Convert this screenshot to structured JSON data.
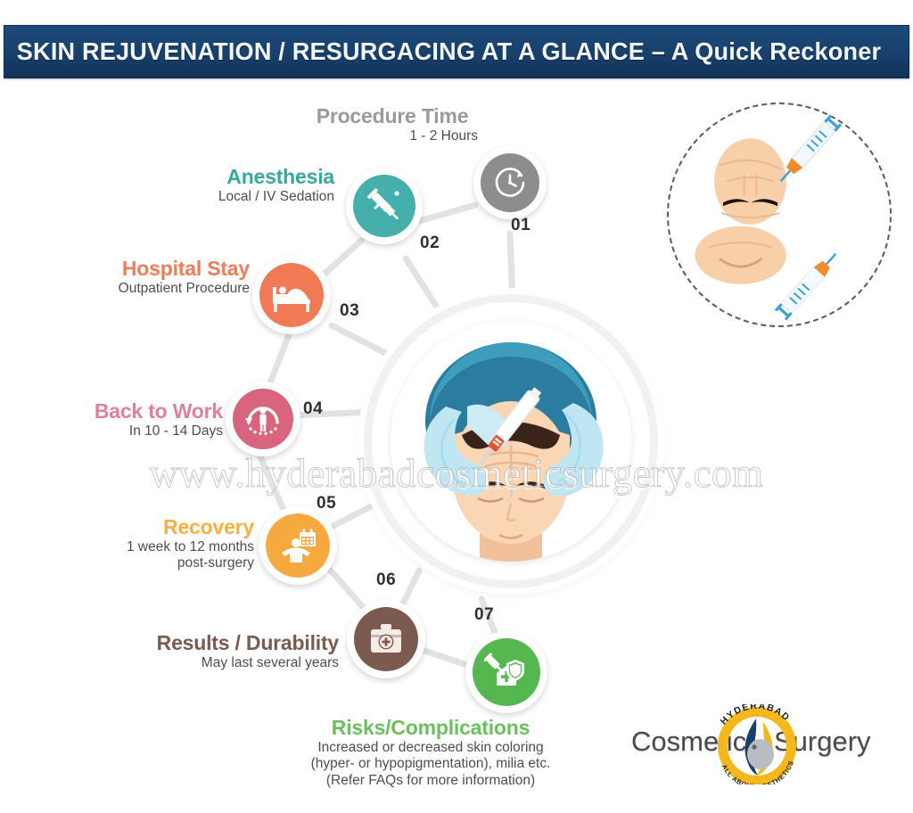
{
  "header": {
    "title": "SKIN REJUVENATION / RESURGACING AT A GLANCE – A Quick Reckoner",
    "bg_color": "#17406c",
    "text_color": "#f2f6fa"
  },
  "watermark": {
    "text": "www.hyderabadcosmeticsurgery.com"
  },
  "center": {
    "name": "skin-rejuvenation-procedure-illustration",
    "alt": "Gloved hands performing forehead injection on patient wearing blue surgical cap"
  },
  "inset": {
    "name": "face-injection-inset-illustration",
    "alt": "Dashed circle containing two faces receiving syringe injections"
  },
  "steps": [
    {
      "number": "01",
      "title": "Procedure Time",
      "subtitle": "1 - 2 Hours",
      "color": "#8d8d8d",
      "title_color": "#9a9a9a",
      "icon": "clock-icon"
    },
    {
      "number": "02",
      "title": "Anesthesia",
      "subtitle": "Local / IV Sedation",
      "color": "#45b0ab",
      "title_color": "#3aa79f",
      "icon": "syringe-icon"
    },
    {
      "number": "03",
      "title": "Hospital Stay",
      "subtitle": "Outpatient Procedure",
      "color": "#f07a55",
      "title_color": "#ef7d57",
      "icon": "hospital-bed-icon"
    },
    {
      "number": "04",
      "title": "Back to Work",
      "subtitle": "In 10 - 14 Days",
      "color": "#d9647e",
      "title_color": "#e08098",
      "icon": "return-to-work-icon"
    },
    {
      "number": "05",
      "title": "Recovery",
      "subtitle_line1": "1 week to 12 months",
      "subtitle_line2": "post-surgery",
      "color": "#f5a93f",
      "title_color": "#f5b041",
      "icon": "recovery-calendar-icon"
    },
    {
      "number": "06",
      "title": "Results / Durability",
      "subtitle": "May last several years",
      "color": "#7b5a50",
      "title_color": "#7b5a50",
      "icon": "medical-kit-icon"
    },
    {
      "number": "07",
      "title": "Risks/Complications",
      "subtitle_line1": "Increased or decreased skin coloring",
      "subtitle_line2": "(hyper- or hypopigmentation), milia etc.",
      "subtitle_line3": "(Refer FAQs for more information)",
      "color": "#55b74f",
      "title_color": "#6cbf5e",
      "icon": "syringe-shield-icon"
    }
  ],
  "logo": {
    "word_left": "Cosmetic",
    "word_right": "Surgery",
    "arc_top": "HYDERABAD",
    "arc_bottom": "ALL ABOUT AESTHETICS",
    "accent_color": "#f5b81c",
    "navy_color": "#1c3f6e"
  }
}
